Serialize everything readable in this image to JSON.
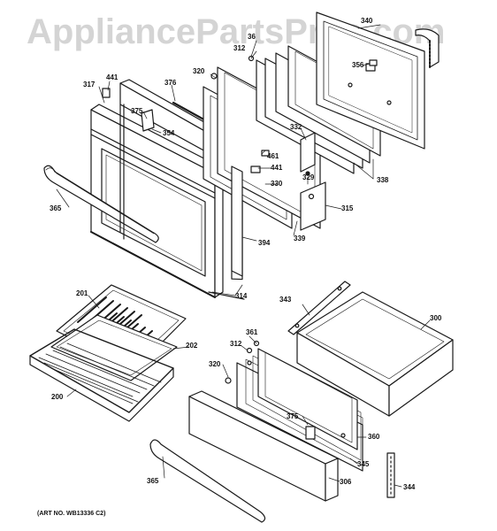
{
  "watermark": "AppliancePartsPros.com",
  "art_number": "(ART NO. WB13336 C2)",
  "parts": {
    "p340": "340",
    "p36": "36",
    "p312a": "312",
    "p320a": "320",
    "p356": "356",
    "p441a": "441",
    "p317": "317",
    "p376": "376",
    "p375a": "375",
    "p354": "354",
    "p332": "332",
    "p461": "461",
    "p441b": "441",
    "p329": "329",
    "p330": "330",
    "p338": "338",
    "p315": "315",
    "p365a": "365",
    "p339": "339",
    "p394": "394",
    "p314": "314",
    "p201": "201",
    "p343": "343",
    "p300": "300",
    "p361": "361",
    "p202": "202",
    "p312b": "312",
    "p320b": "320",
    "p200": "200",
    "p375b": "375",
    "p360": "360",
    "p345": "345",
    "p365b": "365",
    "p306": "306",
    "p344": "344"
  }
}
